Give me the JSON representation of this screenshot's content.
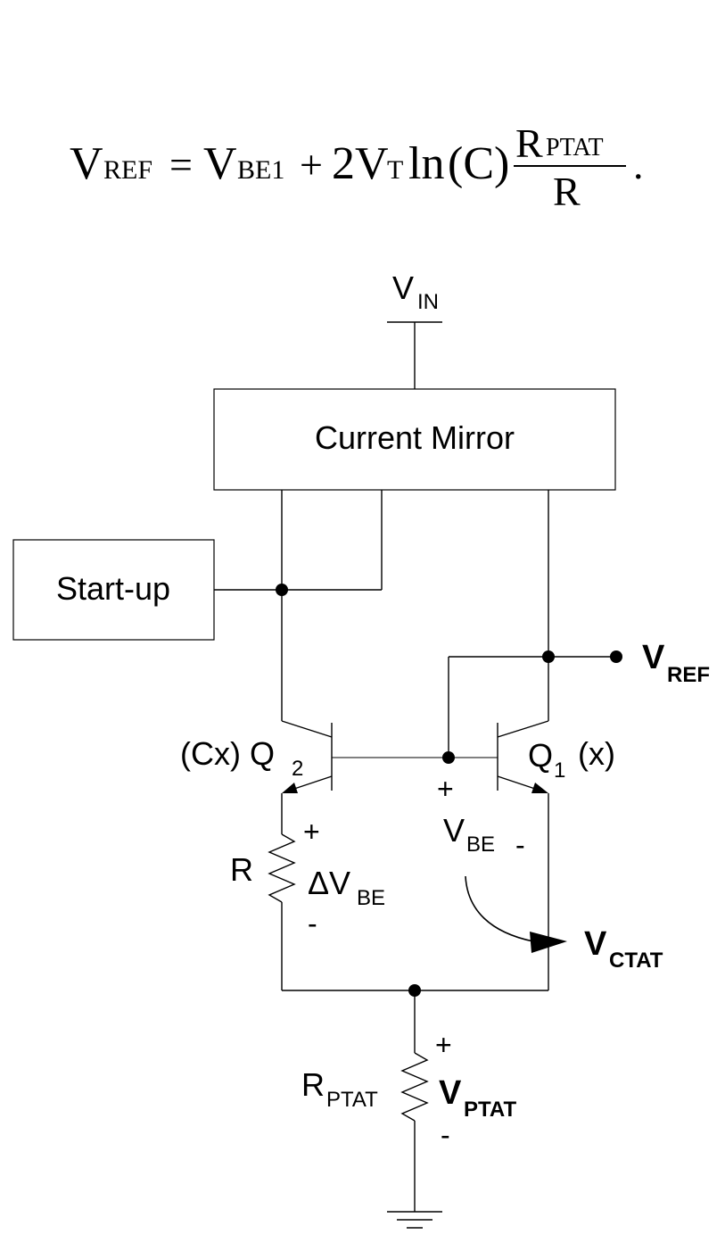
{
  "equation": {
    "lhs_main": "V",
    "lhs_sub": "REF",
    "equals": "=",
    "t1_main": "V",
    "t1_sub": "BE1",
    "plus": "+",
    "t2_coef": "2V",
    "t2_sub": "T",
    "t2_ln": "ln",
    "t2_arg": "(C)",
    "frac_num_main": "R",
    "frac_num_sub": "PTAT",
    "frac_den": "R",
    "period": "."
  },
  "blocks": {
    "current_mirror": "Current Mirror",
    "startup": "Start-up"
  },
  "labels": {
    "vin_main": "V",
    "vin_sub": "IN",
    "vref_main": "V",
    "vref_sub": "REF",
    "q2_prefix": "(Cx) Q",
    "q2_sub": "2",
    "q1_main": "Q",
    "q1_sub": "1",
    "q1_suffix": "(x)",
    "vbe_plus": "+",
    "vbe_main": "V",
    "vbe_sub": "BE",
    "vbe_minus": "-",
    "r_label": "R",
    "dvbe_plus": "+",
    "dvbe_main": "ΔV",
    "dvbe_sub": "BE",
    "dvbe_minus": "-",
    "vctat_main": "V",
    "vctat_sub": "CTAT",
    "rptat_main": "R",
    "rptat_sub": "PTAT",
    "vptat_plus": "+",
    "vptat_main": "V",
    "vptat_sub": "PTAT",
    "vptat_minus": "-"
  }
}
